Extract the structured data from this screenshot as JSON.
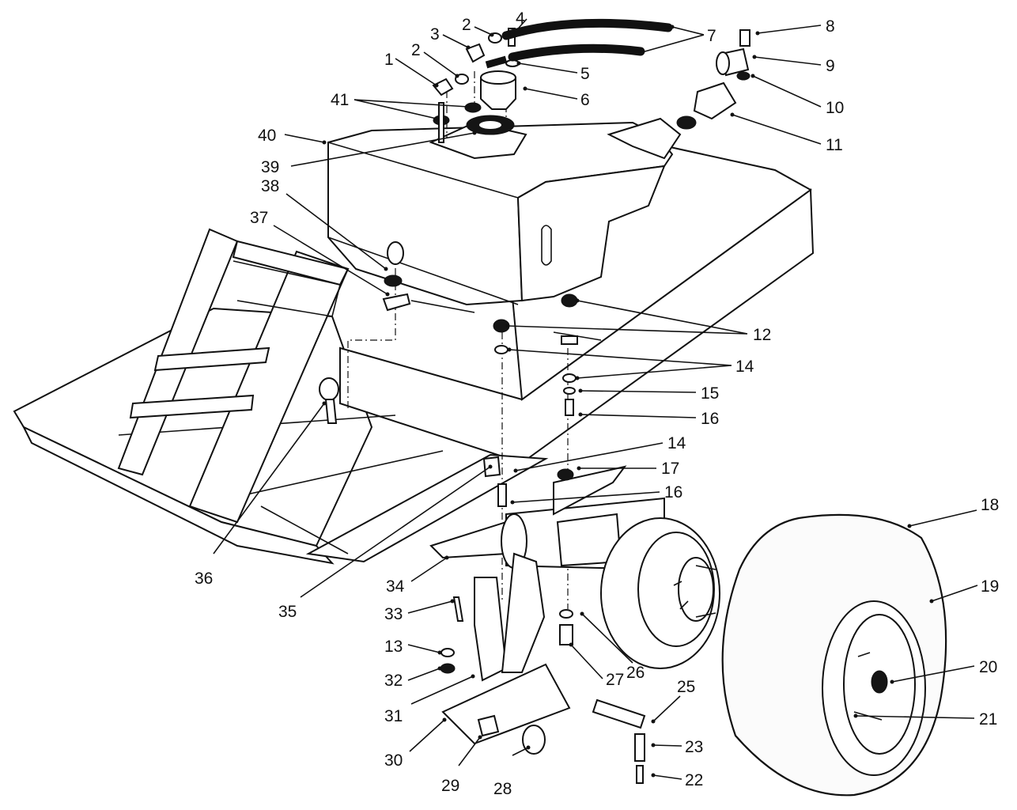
{
  "callouts": {
    "c1": "1",
    "c2a": "2",
    "c2b": "2",
    "c3": "3",
    "c4": "4",
    "c5": "5",
    "c6": "6",
    "c7": "7",
    "c8": "8",
    "c9": "9",
    "c10": "10",
    "c11": "11",
    "c12": "12",
    "c13": "13",
    "c14a": "14",
    "c14b": "14",
    "c15": "15",
    "c16a": "16",
    "c16b": "16",
    "c17": "17",
    "c18": "18",
    "c19": "19",
    "c20": "20",
    "c21": "21",
    "c22": "22",
    "c23": "23",
    "c25": "25",
    "c26": "26",
    "c27": "27",
    "c28": "28",
    "c29": "29",
    "c30": "30",
    "c31": "31",
    "c32": "32",
    "c33": "33",
    "c34": "34",
    "c35": "35",
    "c36": "36",
    "c37": "37",
    "c38": "38",
    "c39": "39",
    "c40": "40",
    "c41": "41"
  }
}
